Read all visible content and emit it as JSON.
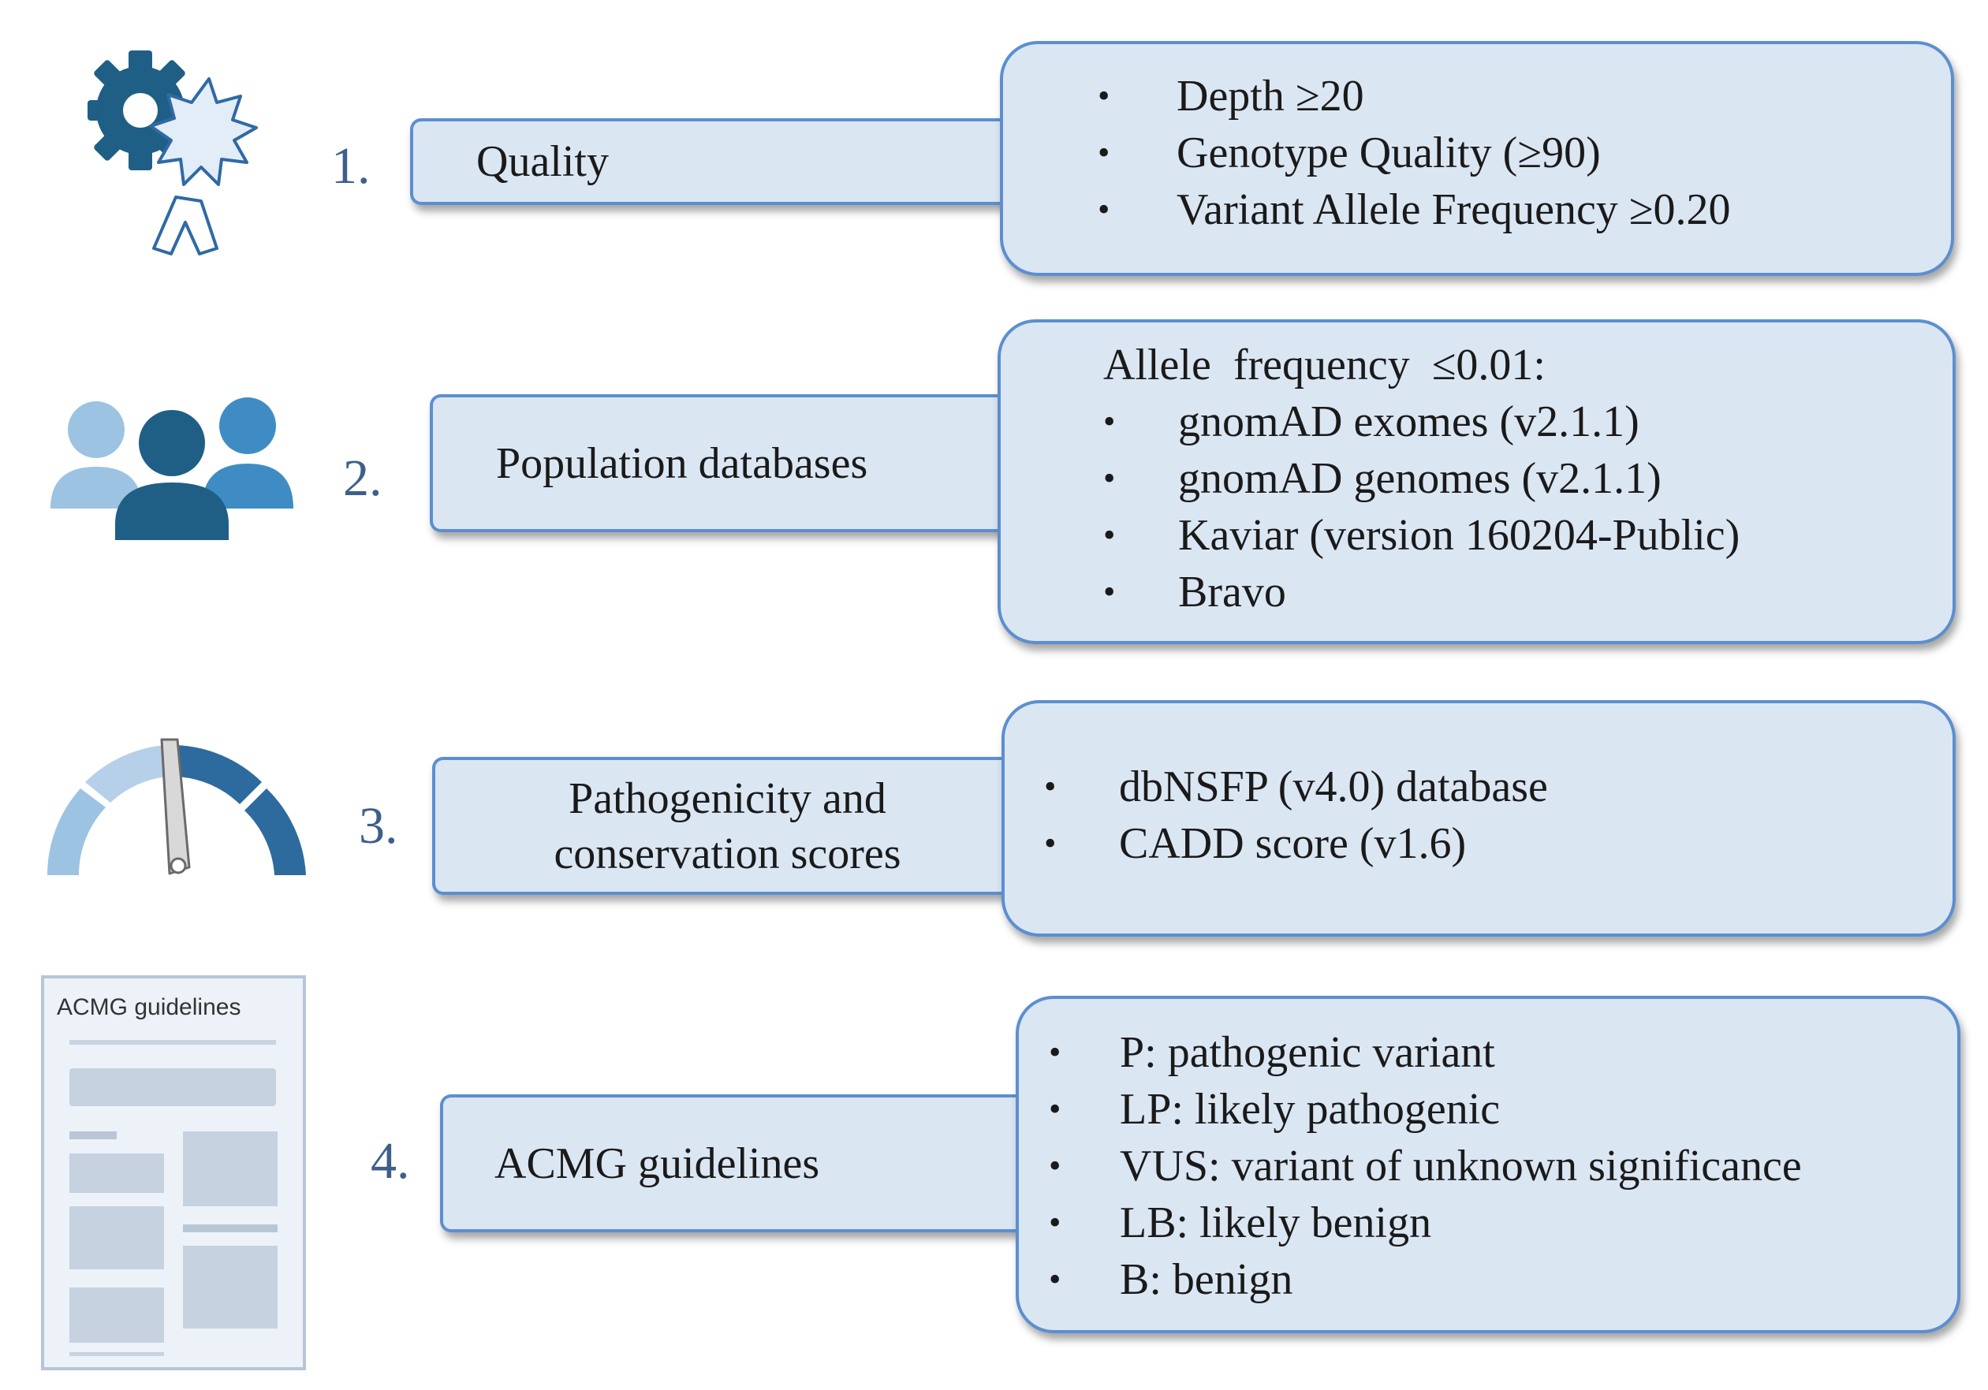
{
  "steps": [
    {
      "number": "1.",
      "title": "Quality",
      "icon": "gear-award-icon",
      "criteria": [
        "Depth ≥20",
        "Genotype Quality (≥90)",
        "Variant Allele Frequency ≥0.20"
      ]
    },
    {
      "number": "2.",
      "title": "Population databases",
      "icon": "people-group-icon",
      "intro": "Allele  frequency  ≤0.01:",
      "criteria": [
        "gnomAD exomes (v2.1.1)",
        "gnomAD genomes (v2.1.1)",
        "Kaviar (version 160204-Public)",
        "Bravo"
      ]
    },
    {
      "number": "3.",
      "title_line1": "Pathogenicity and",
      "title_line2": "conservation scores",
      "icon": "gauge-icon",
      "criteria": [
        "dbNSFP (v4.0) database",
        "CADD score (v1.6)"
      ]
    },
    {
      "number": "4.",
      "title": "ACMG guidelines",
      "icon": "document-icon",
      "icon_caption": "ACMG guidelines",
      "criteria": [
        "P: pathogenic variant",
        "LP: likely pathogenic",
        "VUS: variant of unknown significance",
        "LB: likely benign",
        "B: benign"
      ]
    }
  ],
  "colors": {
    "box_fill": "#dbe6f3",
    "box_border": "#5b8fd0",
    "number": "#3d5f8a",
    "icon_dark": "#1f5f86",
    "icon_mid": "#3f8cc4",
    "icon_light": "#9cc3e2"
  }
}
